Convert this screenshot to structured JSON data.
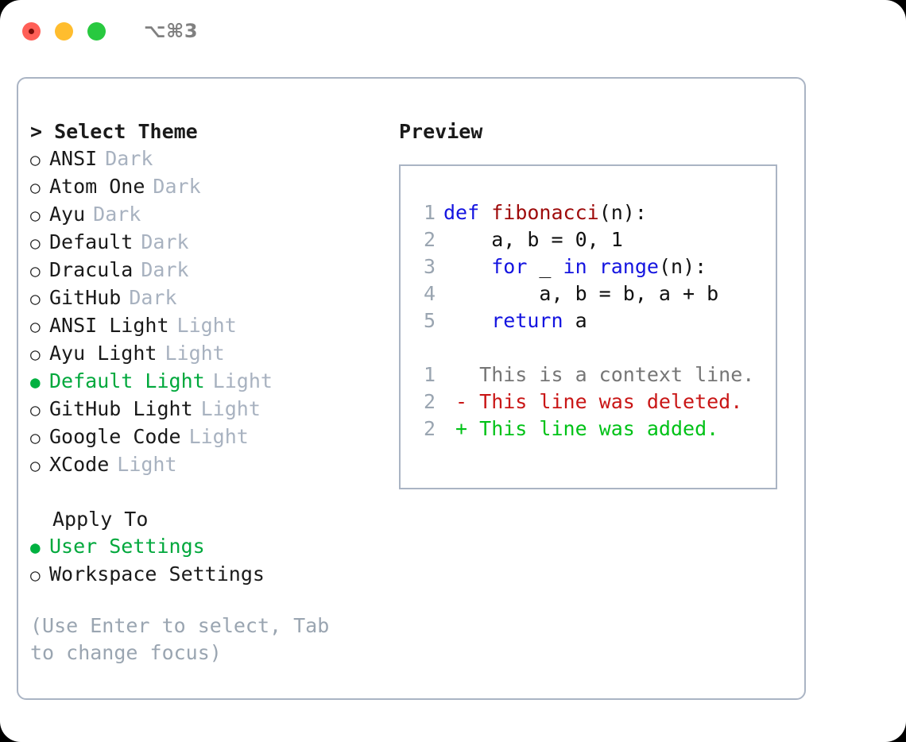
{
  "window": {
    "shortcut": "⌥⌘3",
    "traffic_lights": [
      "close-red",
      "minimize-yellow",
      "zoom-green"
    ]
  },
  "theme_panel": {
    "title": "> Select Theme",
    "marker_selected": "●",
    "marker_unselected": "○",
    "items": [
      {
        "name": "ANSI",
        "tag": "Dark",
        "selected": false
      },
      {
        "name": "Atom One",
        "tag": "Dark",
        "selected": false
      },
      {
        "name": "Ayu",
        "tag": "Dark",
        "selected": false
      },
      {
        "name": "Default",
        "tag": "Dark",
        "selected": false
      },
      {
        "name": "Dracula",
        "tag": "Dark",
        "selected": false
      },
      {
        "name": "GitHub",
        "tag": "Dark",
        "selected": false
      },
      {
        "name": "ANSI Light",
        "tag": "Light",
        "selected": false
      },
      {
        "name": "Ayu Light",
        "tag": "Light",
        "selected": false
      },
      {
        "name": "Default Light",
        "tag": "Light",
        "selected": true
      },
      {
        "name": "GitHub Light",
        "tag": "Light",
        "selected": false
      },
      {
        "name": "Google Code",
        "tag": "Light",
        "selected": false
      },
      {
        "name": "XCode",
        "tag": "Light",
        "selected": false
      }
    ],
    "apply_to": {
      "title": "Apply To",
      "options": [
        {
          "name": "User Settings",
          "selected": true
        },
        {
          "name": "Workspace Settings",
          "selected": false
        }
      ]
    },
    "hint": "(Use Enter to select, Tab to change focus)"
  },
  "preview": {
    "title": "Preview",
    "code_lines": [
      {
        "no": "1",
        "parts": [
          {
            "t": "def ",
            "c": "kw"
          },
          {
            "t": "fibonacci",
            "c": "fn"
          },
          {
            "t": "(n):",
            "c": "code-text"
          }
        ]
      },
      {
        "no": "2",
        "parts": [
          {
            "t": "    a, b = 0, 1",
            "c": "code-text"
          }
        ]
      },
      {
        "no": "3",
        "parts": [
          {
            "t": "    ",
            "c": "code-text"
          },
          {
            "t": "for",
            "c": "kw"
          },
          {
            "t": " _ ",
            "c": "code-text"
          },
          {
            "t": "in",
            "c": "kw"
          },
          {
            "t": " ",
            "c": "code-text"
          },
          {
            "t": "range",
            "c": "kw"
          },
          {
            "t": "(n):",
            "c": "code-text"
          }
        ]
      },
      {
        "no": "4",
        "parts": [
          {
            "t": "        a, b = b, a + b",
            "c": "code-text"
          }
        ]
      },
      {
        "no": "5",
        "parts": [
          {
            "t": "    ",
            "c": "code-text"
          },
          {
            "t": "return",
            "c": "kw"
          },
          {
            "t": " a",
            "c": "code-text"
          }
        ]
      }
    ],
    "diff_lines": [
      {
        "no": "1",
        "parts": [
          {
            "t": "   This is a context line.",
            "c": "ctx"
          }
        ]
      },
      {
        "no": "2",
        "parts": [
          {
            "t": " - This line was deleted.",
            "c": "del"
          }
        ]
      },
      {
        "no": "2",
        "parts": [
          {
            "t": " + This line was added.",
            "c": "add"
          }
        ]
      }
    ]
  },
  "colors": {
    "selected_green": "#00a83c",
    "tag_gray": "#a8b2c0",
    "border": "#aab4c4",
    "keyword_blue": "#1414e0",
    "function_red": "#9e0b0b",
    "diff_added": "#00c217",
    "diff_deleted": "#c91616"
  }
}
